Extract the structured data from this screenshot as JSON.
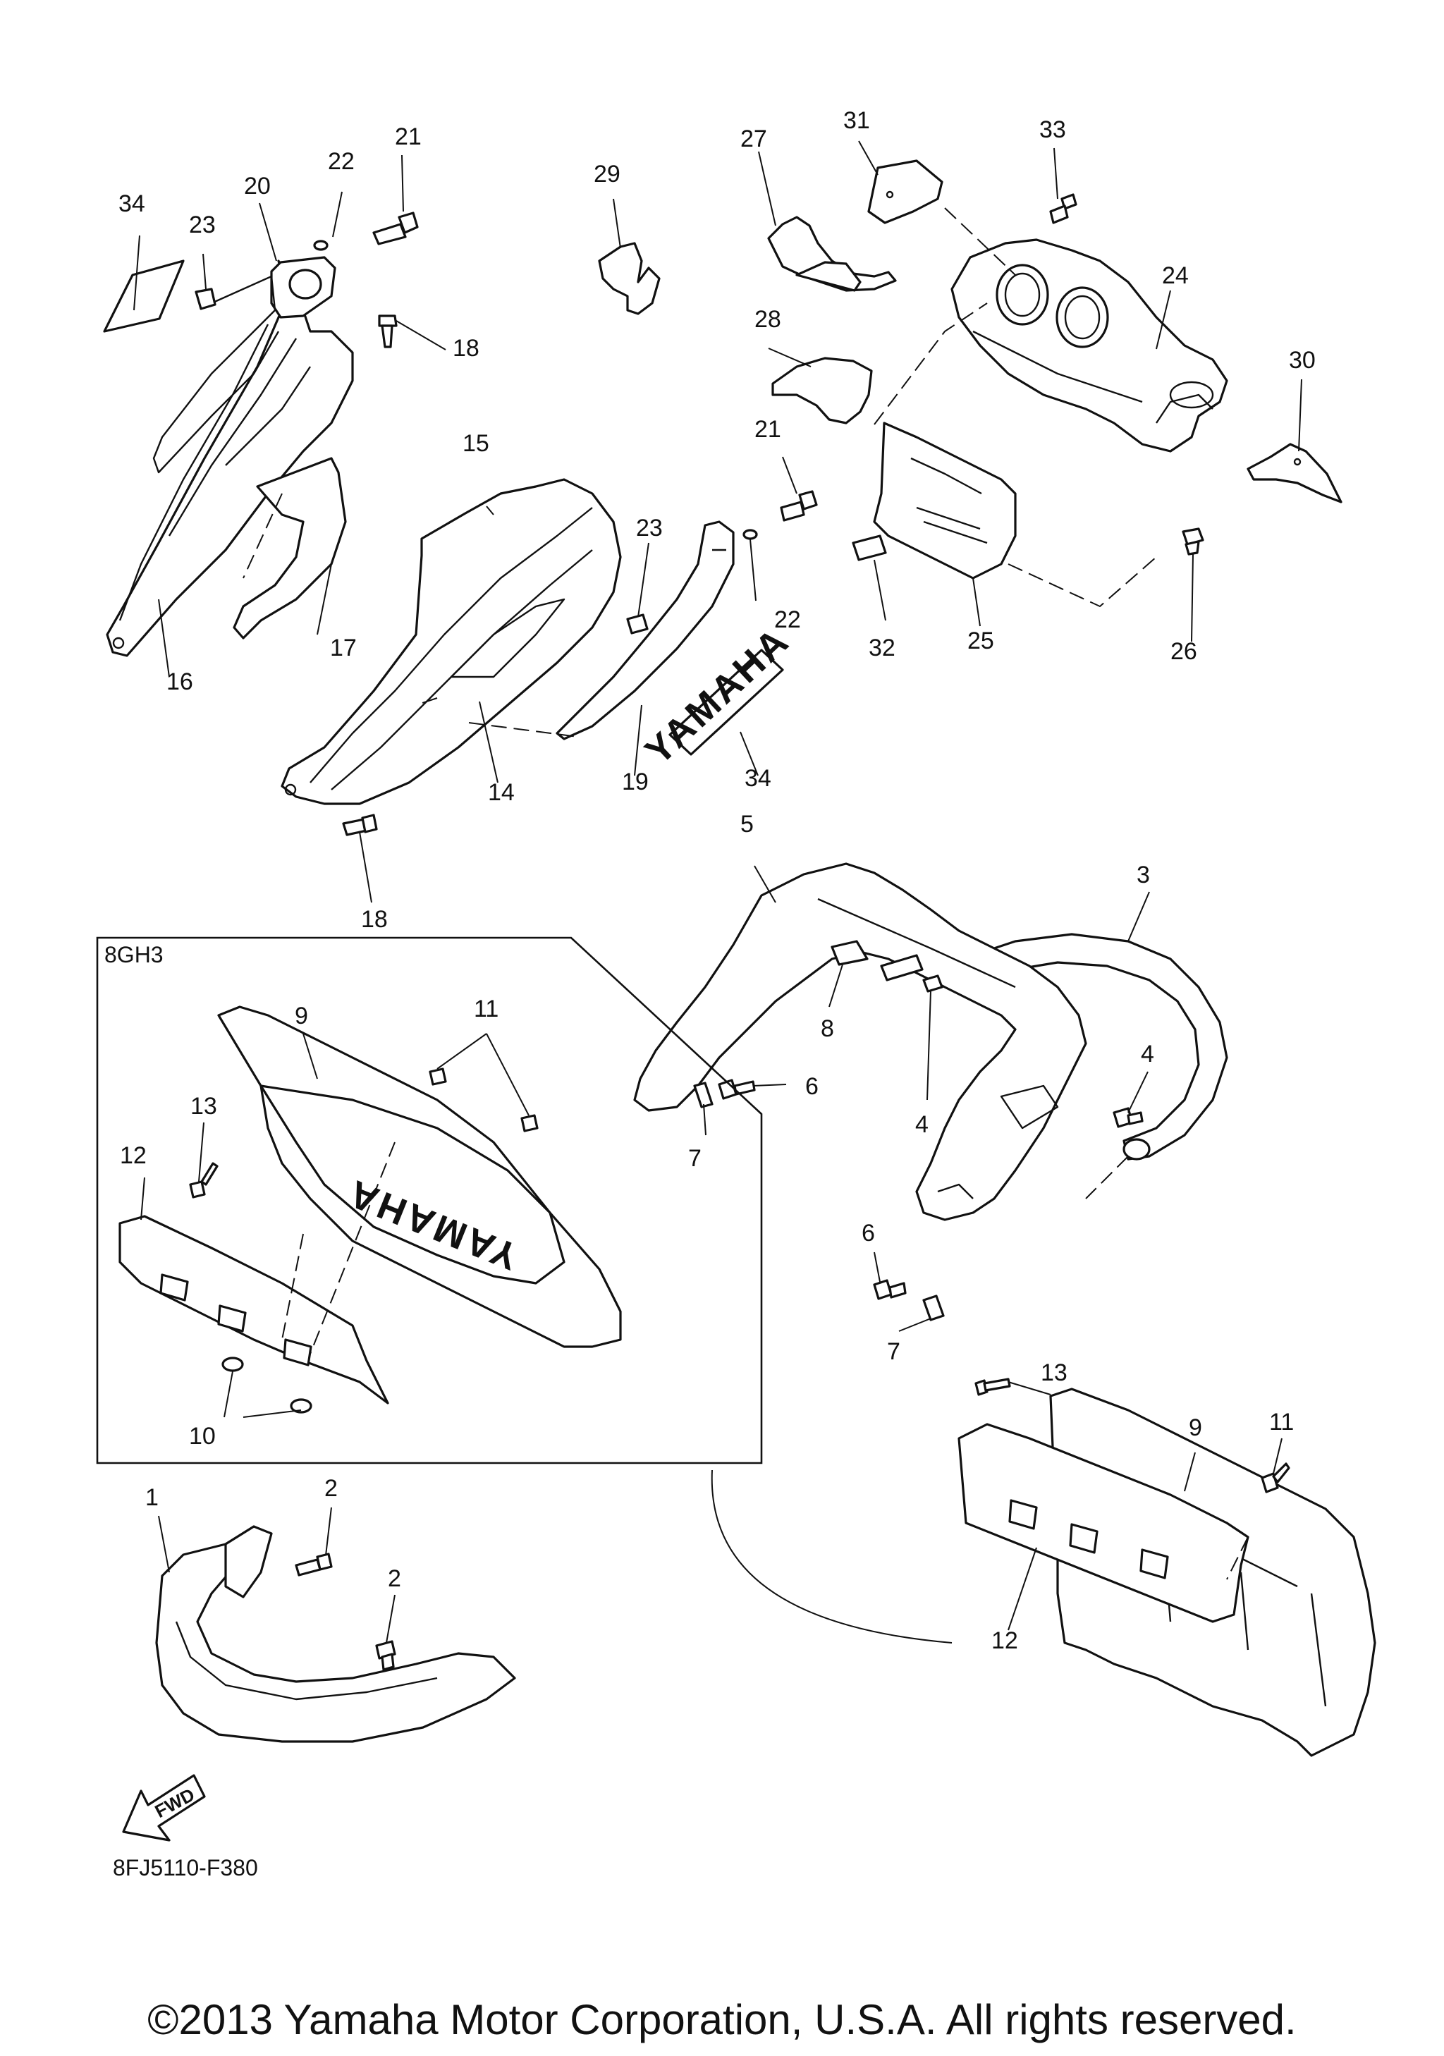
{
  "inset": {
    "label": "8GH3"
  },
  "figure_code": "8FJ5110-F380",
  "fwd_label": "FWD",
  "logo_text": "YAMAHA",
  "copyright": "©2013 Yamaha Motor Corporation, U.S.A. All rights reserved.",
  "callouts": {
    "c1": "1",
    "c2a": "2",
    "c2b": "2",
    "c3": "3",
    "c4a": "4",
    "c4b": "4",
    "c5": "5",
    "c6a": "6",
    "c6b": "6",
    "c7a": "7",
    "c7b": "7",
    "c8": "8",
    "c9a": "9",
    "c9b": "9",
    "c10": "10",
    "c11a": "11",
    "c11b": "11",
    "c12a": "12",
    "c12b": "12",
    "c13a": "13",
    "c13b": "13",
    "c14": "14",
    "c15": "15",
    "c16": "16",
    "c17": "17",
    "c18a": "18",
    "c18b": "18",
    "c19": "19",
    "c20": "20",
    "c21a": "21",
    "c21b": "21",
    "c22a": "22",
    "c22b": "22",
    "c23a": "23",
    "c23b": "23",
    "c24": "24",
    "c25": "25",
    "c26": "26",
    "c27": "27",
    "c28": "28",
    "c29": "29",
    "c30": "30",
    "c31": "31",
    "c32": "32",
    "c33": "33",
    "c34a": "34",
    "c34b": "34"
  }
}
